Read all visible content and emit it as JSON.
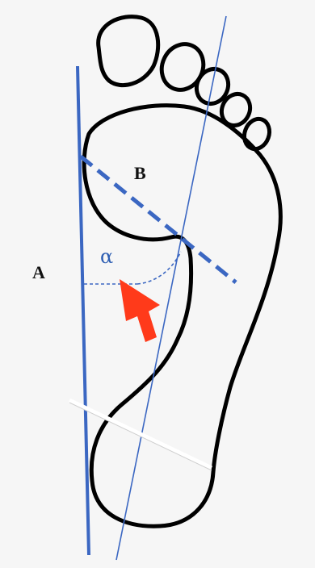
{
  "labels": {
    "a": "A",
    "b": "B",
    "angle": "α"
  },
  "colors": {
    "outline": "#000000",
    "line": "#3b67c2",
    "arrow": "#ff3a1a",
    "background": "#f6f6f6"
  }
}
